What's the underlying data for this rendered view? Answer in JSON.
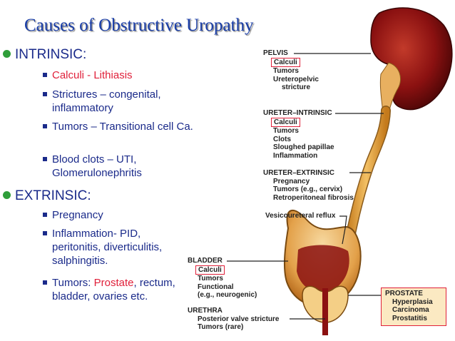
{
  "title": "Causes of Obstructive Uropathy",
  "left": {
    "intrinsic": {
      "heading": "INTRINSIC:",
      "items": [
        "Calculi - Lithiasis",
        "Strictures – congenital, inflammatory",
        "Tumors – Transitional cell Ca.",
        "Blood clots – UTI, Glomerulonephritis"
      ]
    },
    "extrinsic": {
      "heading": "EXTRINSIC:",
      "items": [
        "Pregnancy",
        "Inflammation- PID, peritonitis, diverticulitis, salphingitis.",
        {
          "prefix": "Tumors: ",
          "highlight": "Prostate",
          "suffix": ", rectum, bladder, ovaries etc."
        }
      ]
    }
  },
  "diagram": {
    "pelvis": {
      "title": "PELVIS",
      "items": [
        "Calculi",
        "Tumors",
        "Ureteropelvic",
        "stricture"
      ]
    },
    "ureter_intrinsic": {
      "title": "URETER–INTRINSIC",
      "items": [
        "Calculi",
        "Tumors",
        "Clots",
        "Sloughed papillae",
        "Inflammation"
      ]
    },
    "ureter_extrinsic": {
      "title": "URETER–EXTRINSIC",
      "items": [
        "Pregnancy",
        "Tumors (e.g., cervix)",
        "Retroperitoneal fibrosis"
      ]
    },
    "vesicoureteral": {
      "title": "Vesicoureteral reflux"
    },
    "bladder": {
      "title": "BLADDER",
      "items": [
        "Calculi",
        "Tumors",
        "Functional",
        "(e.g., neurogenic)"
      ]
    },
    "urethra": {
      "title": "URETHRA",
      "items": [
        "Posterior valve stricture",
        "Tumors (rare)"
      ]
    },
    "prostate": {
      "title": "PROSTATE",
      "items": [
        "Hyperplasia",
        "Carcinoma",
        "Prostatitis"
      ]
    },
    "colors": {
      "title": "#1a3ea8",
      "bullet": "#2f9e3a",
      "highlight": "#e0203a",
      "kidney": "#8b1111",
      "ureter": "#e6a43c"
    }
  }
}
